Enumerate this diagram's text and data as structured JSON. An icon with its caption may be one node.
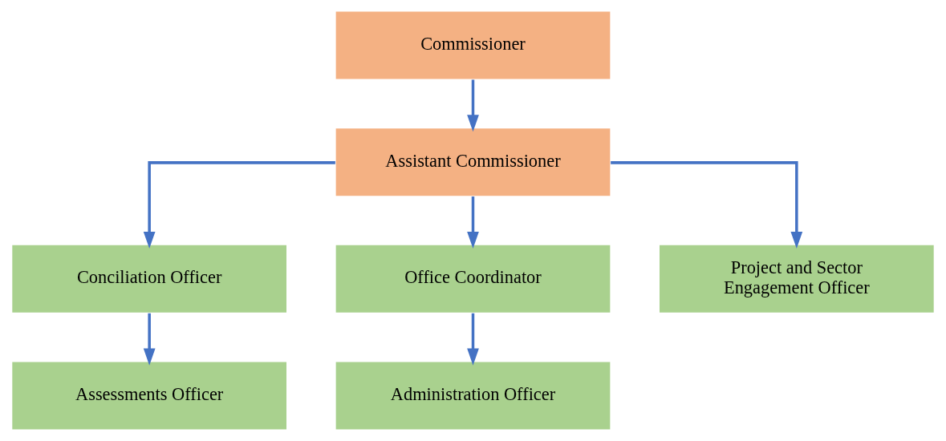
{
  "diagram": {
    "nodes": [
      {
        "text": [
          "Commissioner"
        ]
      },
      {
        "text": [
          "Assistant Commissioner"
        ]
      },
      {
        "text": [
          "Conciliation Officer"
        ]
      },
      {
        "text": [
          "Office Coordinator"
        ]
      },
      {
        "text": [
          "Project and Sector Engagement Officer"
        ]
      },
      {
        "text": [
          "Assessments Officer"
        ]
      },
      {
        "text": [
          "Administration Officer"
        ]
      }
    ],
    "edges": [
      {
        "from": 0,
        "to": 1,
        "arrow": "to"
      },
      {
        "from": 1,
        "to": 2,
        "arrow": "to"
      },
      {
        "from": 1,
        "to": 3,
        "arrow": "to"
      },
      {
        "from": 1,
        "to": 4,
        "arrow": "to"
      },
      {
        "from": 2,
        "to": 5,
        "arrow": "to"
      },
      {
        "from": 3,
        "to": 6,
        "arrow": "to"
      }
    ]
  }
}
